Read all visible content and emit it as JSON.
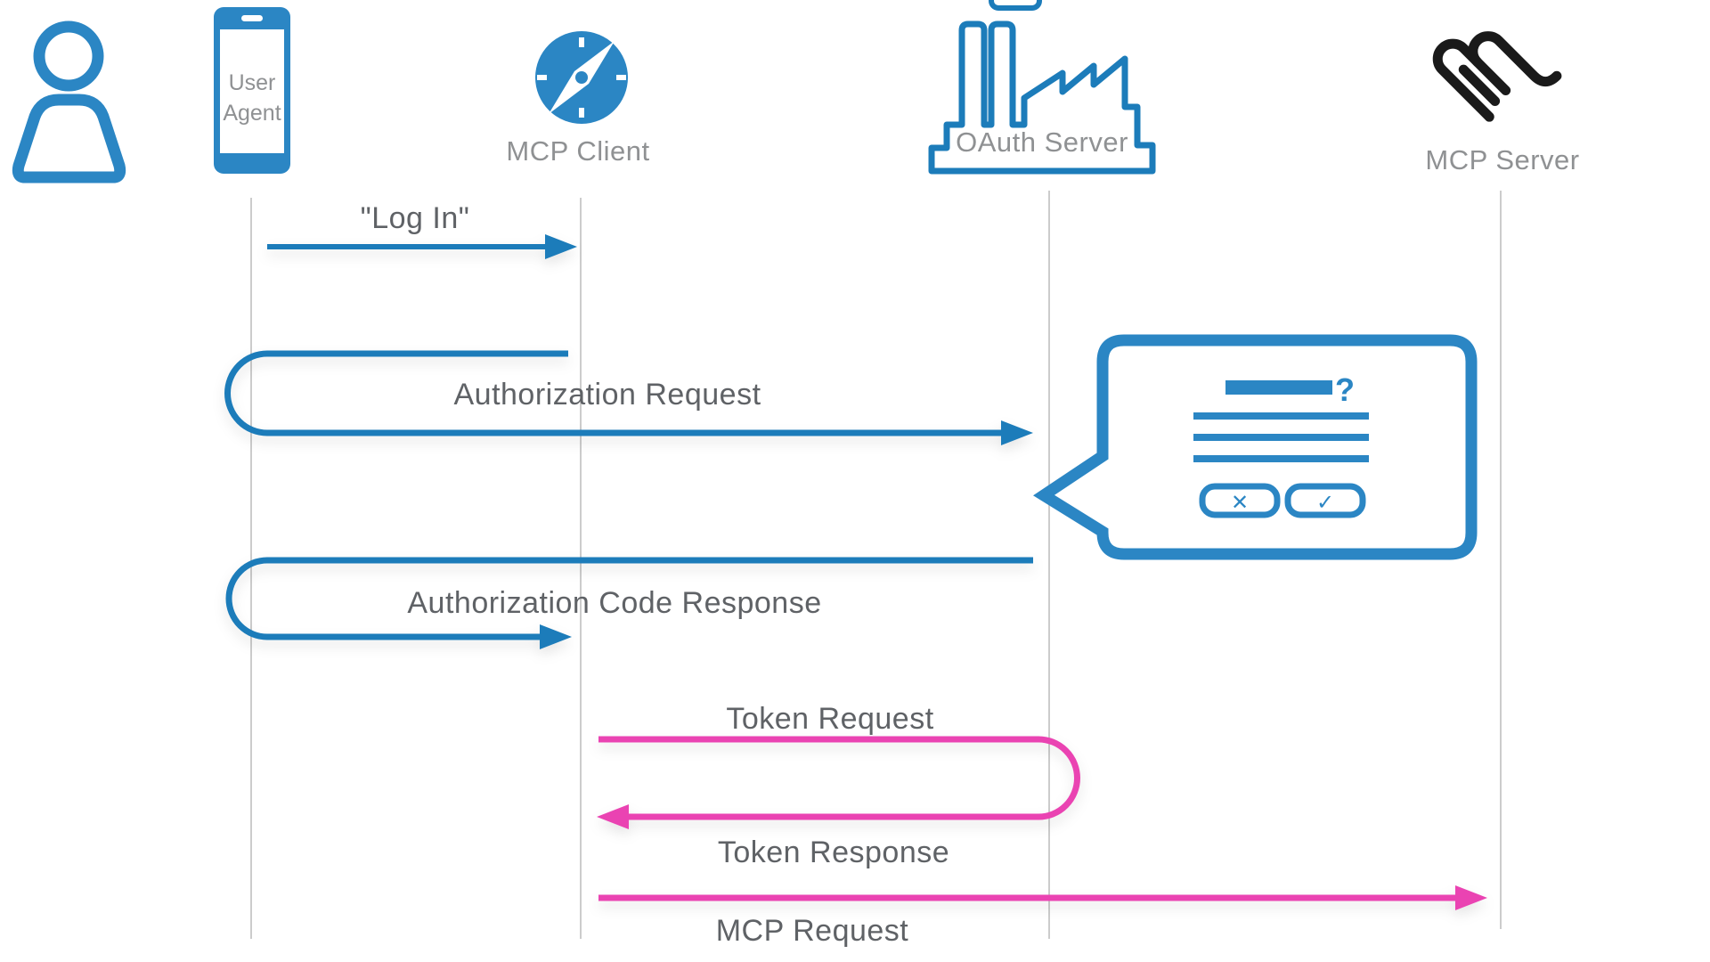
{
  "diagram_type": "oauth-sequence-diagram",
  "colors": {
    "arrow_blue": "#1c7cba",
    "icon_blue": "#2b86c4",
    "accent_pink": "#ea43b2",
    "lifeline_gray": "#cccccc",
    "node_label_gray": "#8f9193",
    "message_label_gray": "#5f6266",
    "mcp_logo_black": "#1a1a1a"
  },
  "actors": [
    {
      "icon": "person-icon"
    },
    {
      "icon": "smartphone-icon",
      "label": "User Agent",
      "label_lines": [
        "User",
        "Agent"
      ]
    },
    {
      "icon": "compass-icon",
      "label": "MCP Client"
    },
    {
      "icon": "factory-icon",
      "label": "OAuth Server"
    },
    {
      "icon": "mcp-logo-icon",
      "label": "MCP Server"
    }
  ],
  "messages": [
    {
      "label": "\"Log In\"",
      "from": "User Agent",
      "to": "MCP Client",
      "color": "blue",
      "shape": "straight-right"
    },
    {
      "label": "Authorization Request",
      "from": "MCP Client",
      "to": "OAuth Server",
      "color": "blue",
      "shape": "u-turn-left"
    },
    {
      "label": "Authorization Code Response",
      "from": "OAuth Server",
      "to": "MCP Client",
      "color": "blue",
      "shape": "u-turn-left"
    },
    {
      "label": "Token Request",
      "from": "MCP Client",
      "to": "OAuth Server",
      "color": "pink",
      "shape": "u-turn-right"
    },
    {
      "label": "Token Response",
      "from": "OAuth Server",
      "to": "MCP Client",
      "color": "pink",
      "shape": "u-turn-return"
    },
    {
      "label": "MCP Request",
      "from": "MCP Client",
      "to": "MCP Server",
      "color": "pink",
      "shape": "straight-right"
    }
  ],
  "consent_dialog": {
    "question_glyph": "?",
    "cancel_glyph": "✕",
    "confirm_glyph": "✓"
  }
}
